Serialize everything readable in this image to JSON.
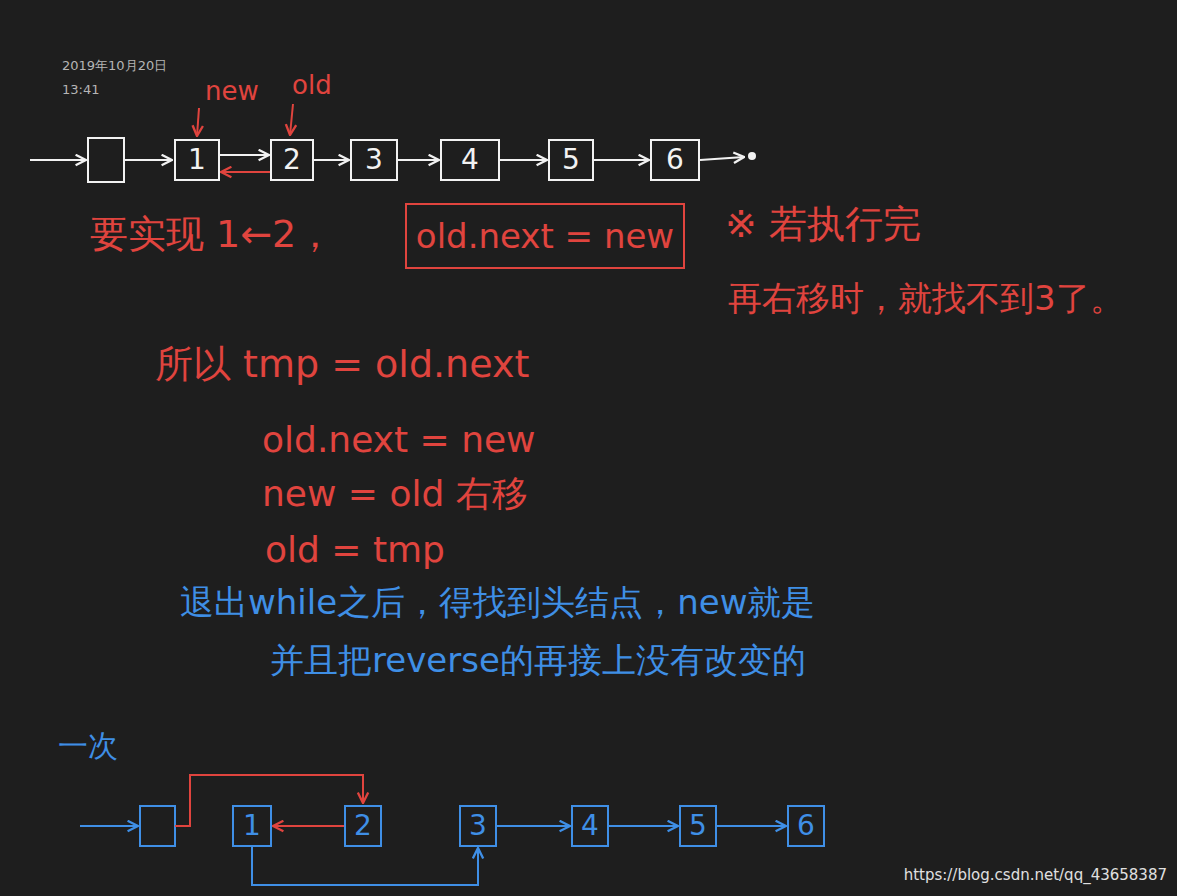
{
  "diagram": {
    "nodes": [
      {
        "text": [
          "1"
        ]
      },
      {
        "text": [
          "2"
        ]
      },
      {
        "text": [
          "3"
        ]
      },
      {
        "text": [
          "4"
        ]
      },
      {
        "text": [
          "5"
        ]
      },
      {
        "text": [
          "6"
        ]
      },
      {
        "text": [
          "old.next = new"
        ]
      },
      {
        "text": [
          "1"
        ]
      },
      {
        "text": [
          "2"
        ]
      },
      {
        "text": [
          "3"
        ]
      },
      {
        "text": [
          "4"
        ]
      },
      {
        "text": [
          "5"
        ]
      },
      {
        "text": [
          "6"
        ]
      }
    ],
    "edges": [
      {
        "from": 0,
        "to": 1,
        "arrow": "to"
      },
      {
        "from": 1,
        "to": 0,
        "arrow": "to"
      },
      {
        "from": 1,
        "to": 2,
        "arrow": "to"
      },
      {
        "from": 2,
        "to": 3,
        "arrow": "to"
      },
      {
        "from": 3,
        "to": 4,
        "arrow": "to"
      },
      {
        "from": 4,
        "to": 5,
        "arrow": "to"
      },
      {
        "from": 8,
        "to": 7,
        "arrow": "to"
      },
      {
        "from": 7,
        "to": 9,
        "arrow": "to"
      },
      {
        "from": 9,
        "to": 10,
        "arrow": "to"
      },
      {
        "from": 10,
        "to": 11,
        "arrow": "to"
      },
      {
        "from": 11,
        "to": 12,
        "arrow": "to"
      }
    ],
    "labels": [
      "2019年10月20日",
      "13:41",
      "new",
      "old",
      "要实现 1←2，",
      "※ 若执行完",
      "再右移时，就找不到3了。",
      "所以 tmp = old.next",
      "old.next = new",
      "new = old 右移",
      "old = tmp",
      "退出while之后，得找到头结点，new就是",
      "并且把reverse的再接上没有改变的",
      "一次",
      "https://blog.csdn.net/qq_43658387"
    ]
  }
}
